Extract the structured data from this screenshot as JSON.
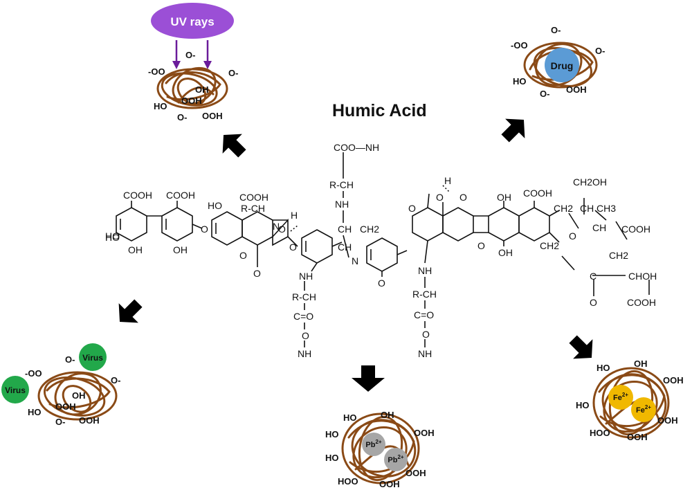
{
  "title": "Humic Acid",
  "uv": {
    "label": "UV rays",
    "color": "#9b4fd6",
    "arrow_color": "#6a1b9a"
  },
  "particles": {
    "uv": {
      "groups": [
        "-OO",
        "O-",
        "O-",
        "OH",
        "HO",
        "OOH",
        "OOH",
        "O-"
      ]
    },
    "drug": {
      "core_label": "Drug",
      "core_color": "#5b9bd5",
      "groups": [
        "O-",
        "-OO",
        "O-",
        "HO",
        "O-",
        "OOH"
      ]
    },
    "virus": {
      "core_label": "Virus",
      "core_color": "#22a84a",
      "groups": [
        "O-",
        "-OO",
        "O-",
        "OH",
        "OOH",
        "HO",
        "O-",
        "OOH"
      ]
    },
    "lead": {
      "ion_label": "Pb",
      "ion_charge": "2+",
      "ion_color": "#a6a6a6",
      "groups": [
        "HO",
        "OH",
        "HO",
        "OOH",
        "HO",
        "OOH",
        "HOO",
        "OOH"
      ]
    },
    "iron": {
      "ion_label": "Fe",
      "ion_charge": "2+",
      "ion_color": "#f0b800",
      "groups": [
        "HO",
        "OH",
        "OOH",
        "HO",
        "OOH",
        "HOO",
        "OOH"
      ]
    }
  },
  "structure_labels": [
    "COOH",
    "COOH",
    "COOH",
    "HO",
    "HO",
    "OH",
    "OH",
    "HO",
    "O",
    "O",
    "O",
    "O",
    "N",
    "H",
    "O",
    "R-CH",
    "COO—NH",
    "R-CH",
    "NH",
    "CH",
    "CH",
    "CH2",
    "N",
    "O",
    "NH",
    "R-CH",
    "C=O",
    "O",
    "NH",
    "O",
    "H",
    "O",
    "O",
    "O",
    "OH",
    "COOH",
    "CH2OH",
    "CH2",
    "CH",
    "CH3",
    "O",
    "CH",
    "COOH",
    "CH2",
    "OH",
    "CH2",
    "C",
    "CHOH",
    "O",
    "COOH",
    "NH",
    "R-CH",
    "C=O",
    "O",
    "NH"
  ]
}
